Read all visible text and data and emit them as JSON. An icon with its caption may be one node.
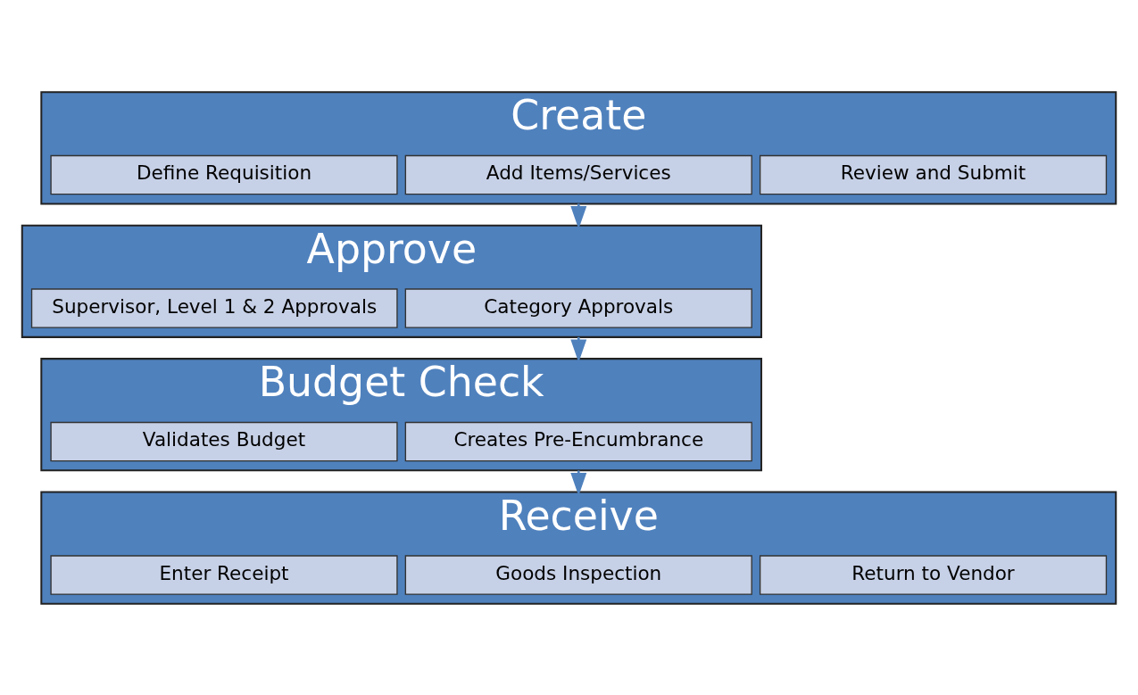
{
  "diagram": {
    "nodes": [
      {
        "text": [
          "Create"
        ]
      },
      {
        "text": [
          "Define Requisition"
        ],
        "in": 0
      },
      {
        "text": [
          "Add Items/Services"
        ],
        "in": 0
      },
      {
        "text": [
          "Review and Submit"
        ],
        "in": 0
      },
      {
        "text": [
          "Approve"
        ]
      },
      {
        "text": [
          "Supervisor, Level 1 & 2 Approvals"
        ],
        "in": 4
      },
      {
        "text": [
          "Category Approvals"
        ],
        "in": 4
      },
      {
        "text": [
          "Budget Check"
        ]
      },
      {
        "text": [
          "Validates Budget"
        ],
        "in": 7
      },
      {
        "text": [
          "Creates Pre-Encumbrance"
        ],
        "in": 7
      },
      {
        "text": [
          "Receive"
        ]
      },
      {
        "text": [
          "Enter Receipt"
        ],
        "in": 10
      },
      {
        "text": [
          "Goods Inspection"
        ],
        "in": 10
      },
      {
        "text": [
          "Return to Vendor"
        ],
        "in": 10
      }
    ],
    "edges": [
      {
        "from": 0,
        "to": 4,
        "arrow": "to"
      },
      {
        "from": 4,
        "to": 7,
        "arrow": "to"
      },
      {
        "from": 7,
        "to": 10,
        "arrow": "to"
      }
    ]
  }
}
